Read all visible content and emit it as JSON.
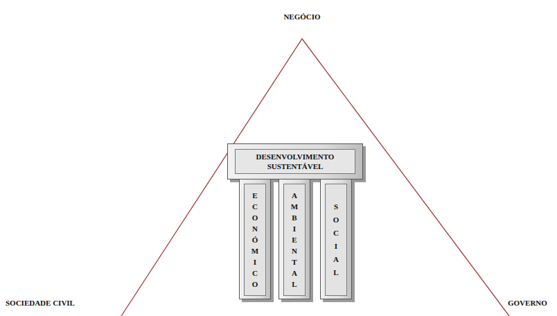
{
  "diagram": {
    "nodes": [
      {
        "text": [
          "DESENVOLVIMENTO SUSTENTÁVEL"
        ]
      },
      {
        "text": [
          "ECONÓMICO"
        ]
      },
      {
        "text": [
          "AMBIENTAL"
        ]
      },
      {
        "text": [
          "SOCIAL"
        ]
      }
    ],
    "labels": [
      "NEGÓCIO",
      "SOCIEDADE CIVIL",
      "GOVERNO"
    ]
  }
}
